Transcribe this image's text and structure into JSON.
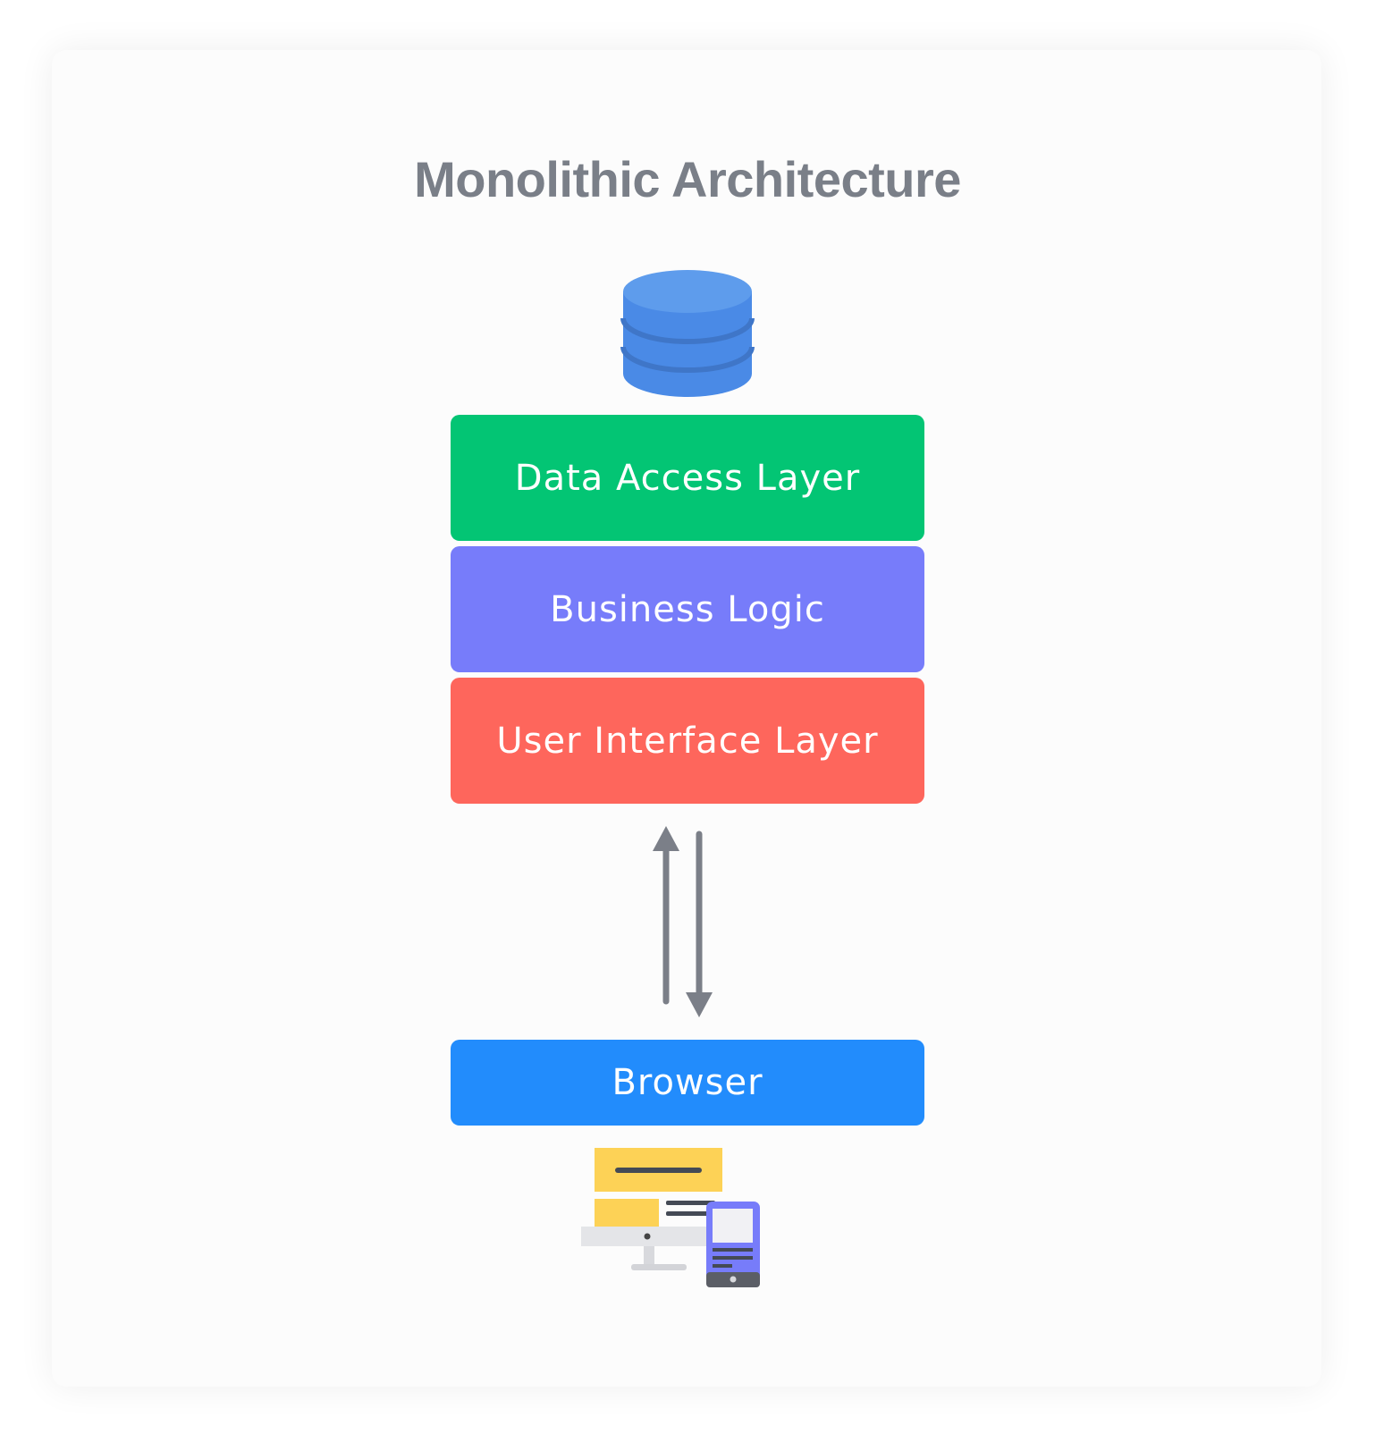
{
  "diagram": {
    "title": "Monolithic Architecture",
    "icons": {
      "database": "database-icon",
      "arrows": "bidirectional-arrows",
      "devices": "desktop-mobile-devices-icon"
    },
    "layers": [
      {
        "id": "data-access",
        "label": "Data Access Layer",
        "color": "#03c574"
      },
      {
        "id": "business-logic",
        "label": "Business Logic",
        "color": "#777cfa"
      },
      {
        "id": "user-interface",
        "label": "User Interface Layer",
        "color": "#fe665c"
      }
    ],
    "client": {
      "label": "Browser",
      "color": "#228cfc"
    },
    "colors": {
      "title": "#7a7f88",
      "database": "#4a8ae6",
      "arrow": "#7b7f88",
      "card_background": "#fcfcfc"
    }
  }
}
